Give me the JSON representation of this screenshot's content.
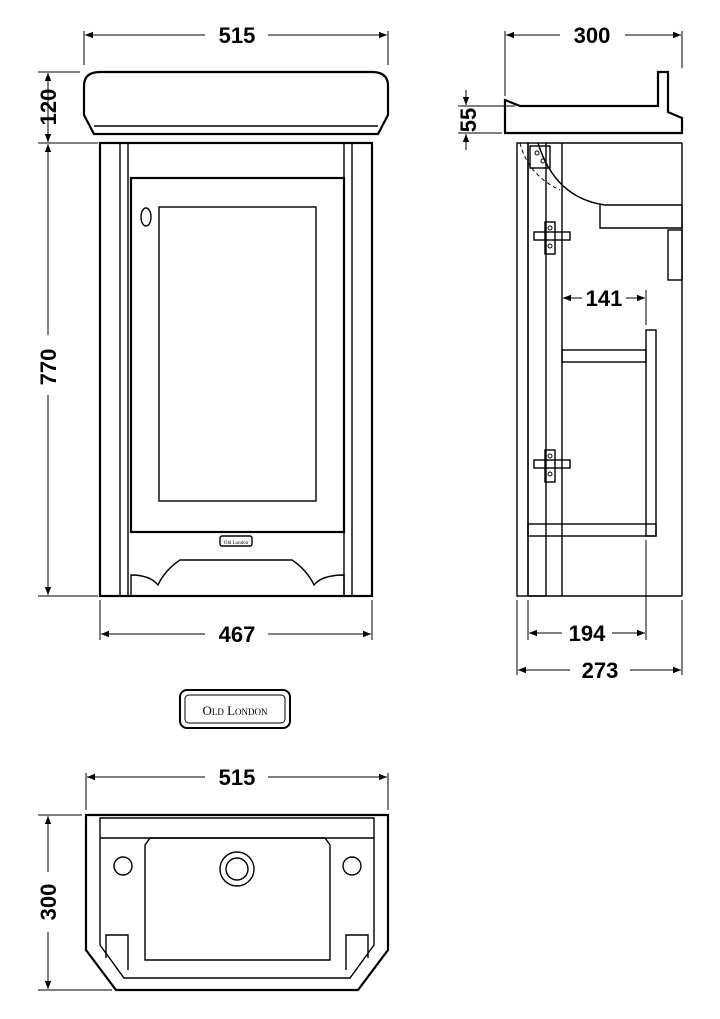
{
  "front_view": {
    "width_top": "515",
    "basin_height": "120",
    "cabinet_height": "770",
    "width_bottom": "467",
    "badge_text": "Old London"
  },
  "side_view": {
    "depth_top": "300",
    "basin_lip": "55",
    "shelf_depth": "141",
    "inner_depth": "194",
    "total_depth": "273"
  },
  "logo": {
    "text": "Old London"
  },
  "top_view": {
    "width": "515",
    "depth": "300"
  }
}
